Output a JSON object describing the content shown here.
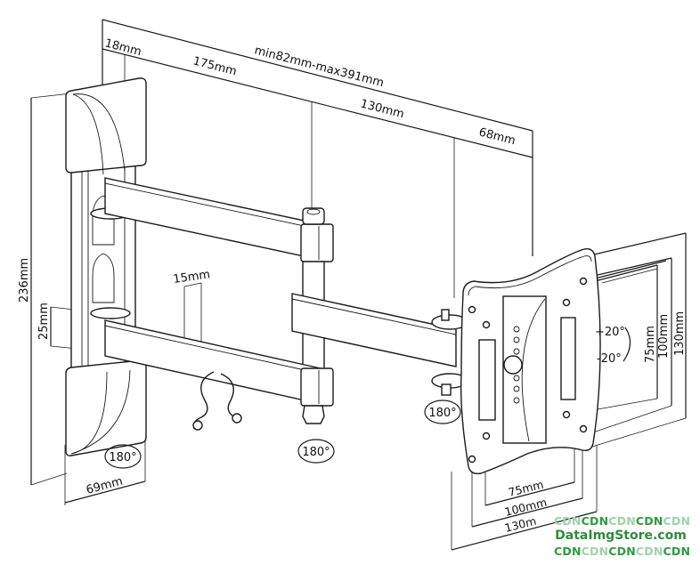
{
  "diagram": {
    "title": "Full-motion TV wall mount dimensions",
    "dimensions": {
      "overall_extension": "min82mm-max391mm",
      "wall_plate_depth": "18mm",
      "first_arm": "175mm",
      "second_arm": "130mm",
      "head_depth": "68mm",
      "plate_height": "236mm",
      "arm_gap": "25mm",
      "arm_thickness": "15mm",
      "plate_width": "69mm",
      "vesa_v_75": "75mm",
      "vesa_v_100": "100mm",
      "vesa_v_130": "130mm",
      "vesa_h_75": "75mm",
      "vesa_h_100": "100mm",
      "vesa_h_130": "130m"
    },
    "rotations": {
      "wall_swivel": "180°",
      "arm_swivel": "180°",
      "head_swivel": "180°",
      "tilt_up": "+20°",
      "tilt_down": "-20°"
    }
  },
  "watermark": {
    "top_row": [
      "CDN",
      "CDN",
      "CDN",
      "CDN",
      "CDN"
    ],
    "site": "DataImgStore.com",
    "bottom_row": [
      "CDN",
      "CDN",
      "CDN",
      "CDN",
      "CDN"
    ],
    "dark_color": "#2e9a3f",
    "light_color": "#9fd3a8"
  }
}
